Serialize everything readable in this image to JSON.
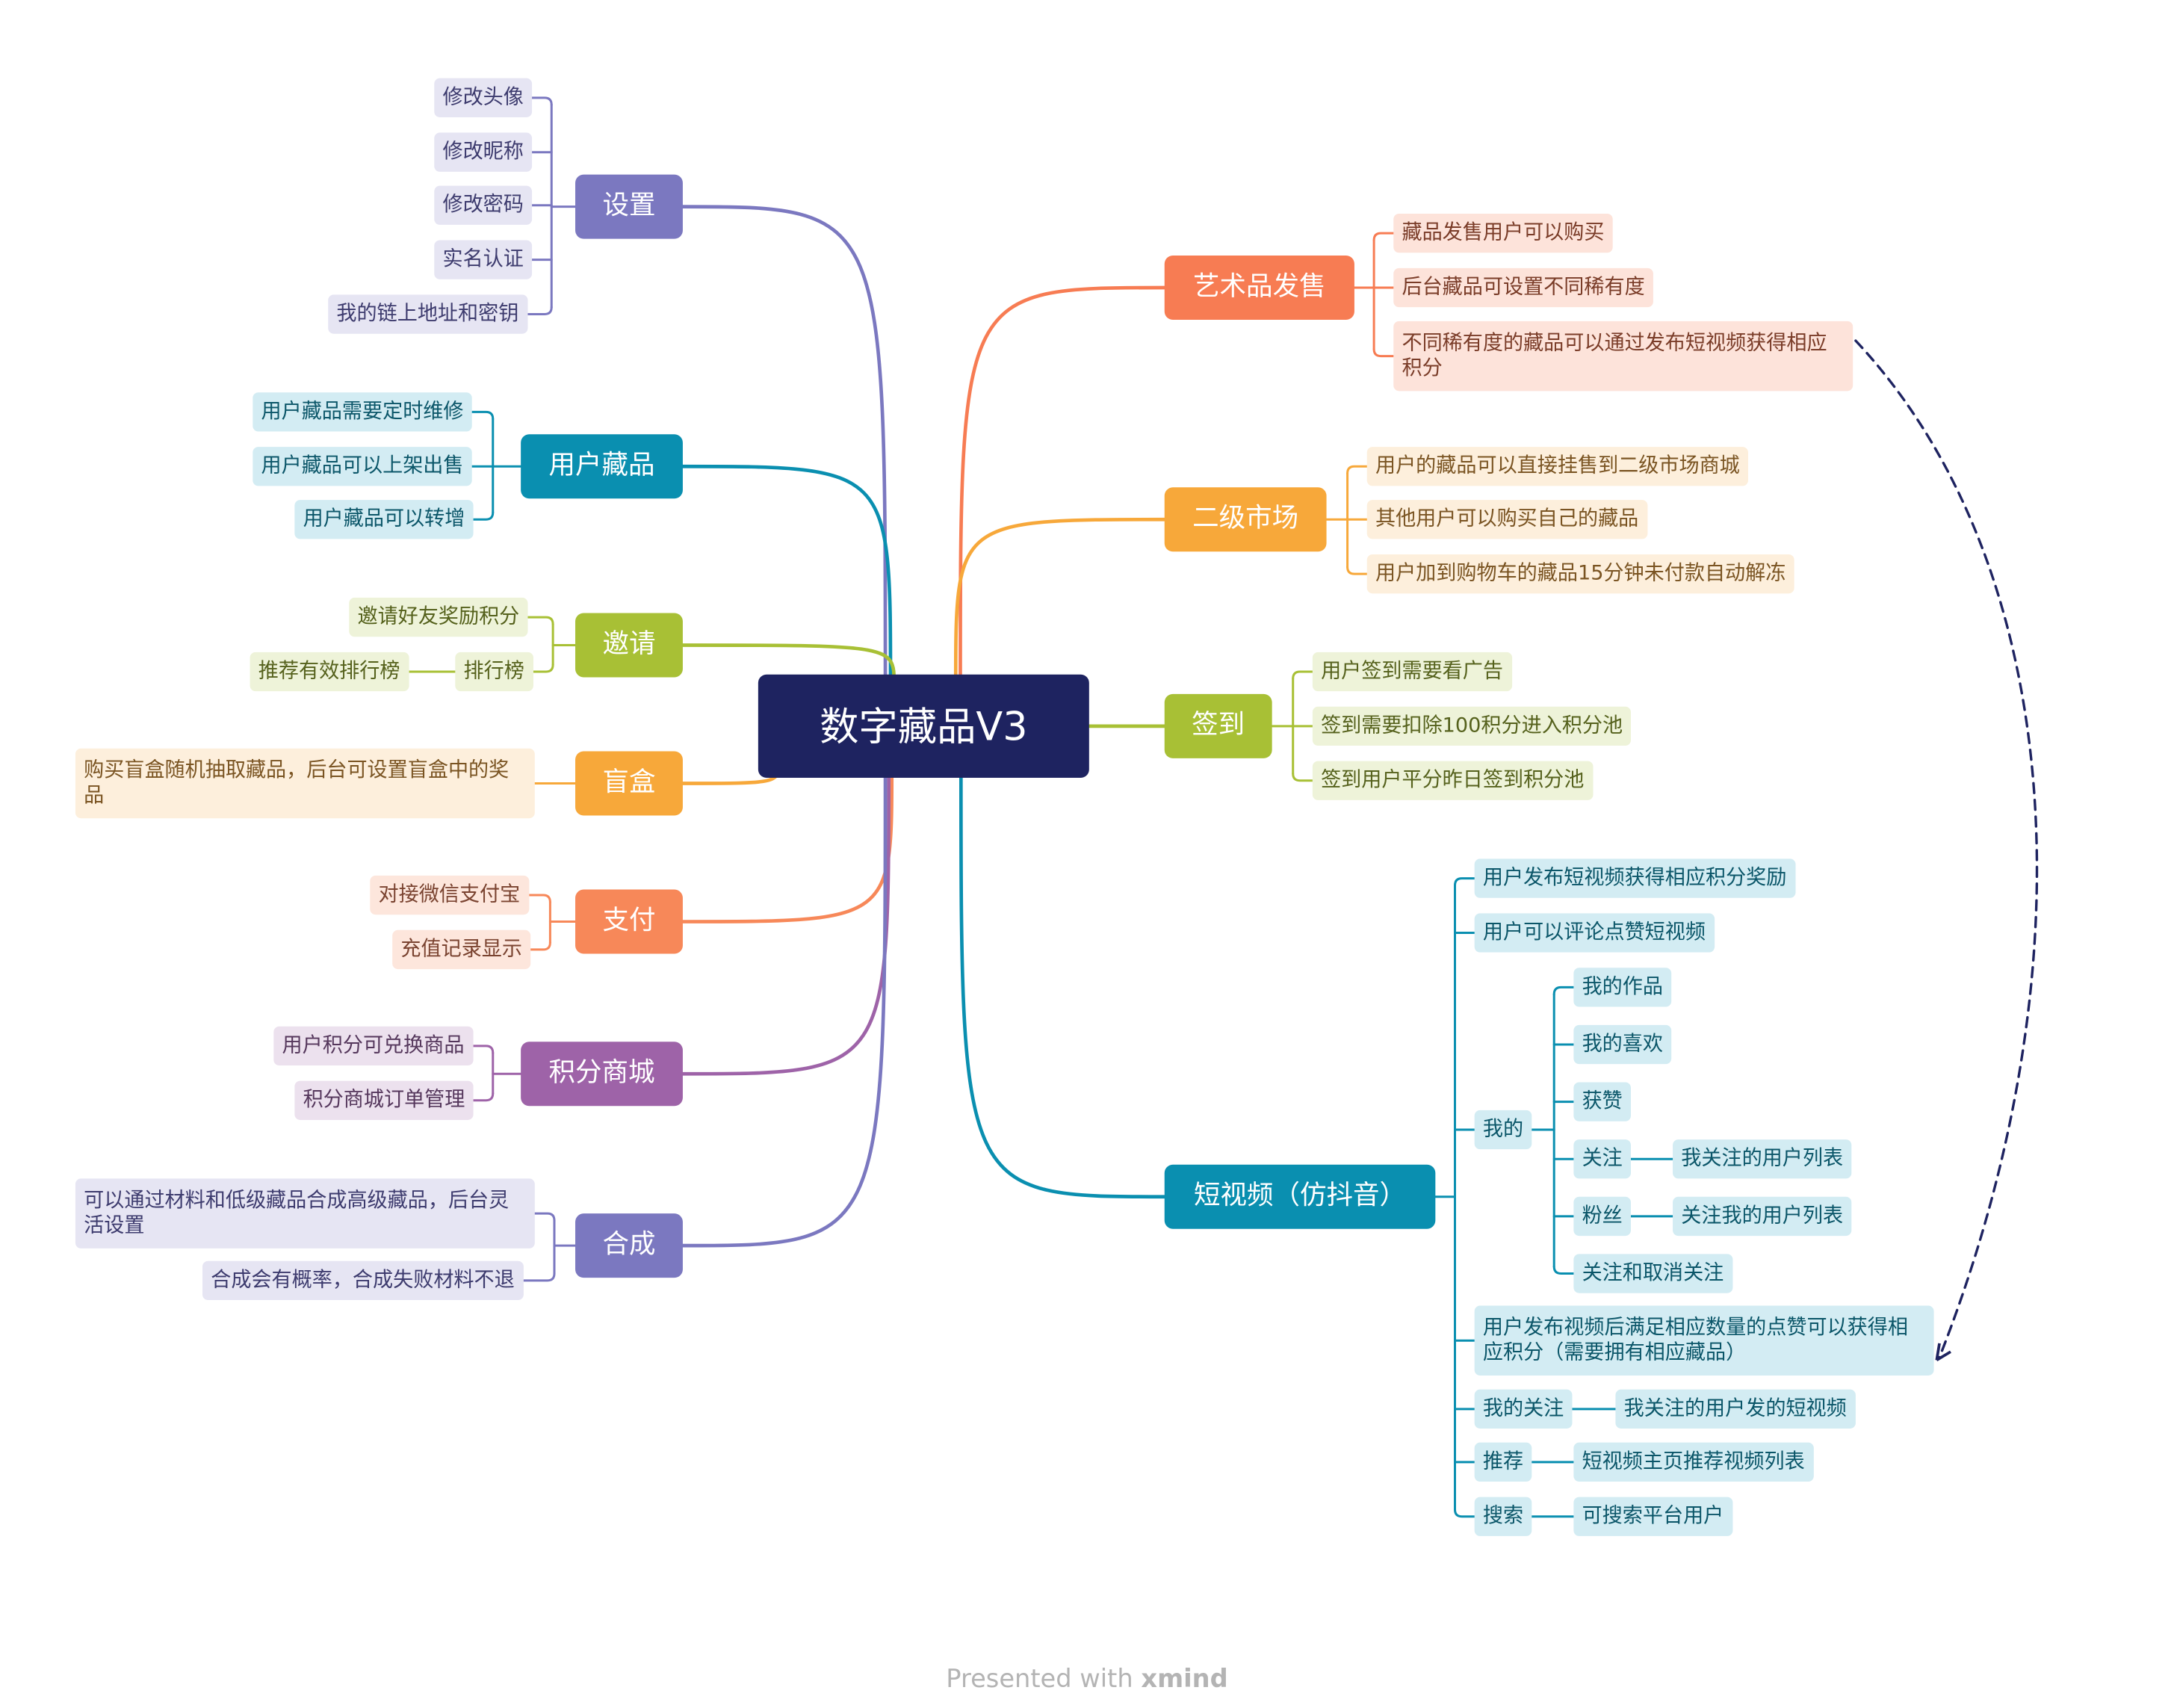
{
  "central": "数字藏品V3",
  "footer": {
    "prefix": "Presented with",
    "brand": "xmind"
  },
  "colors": {
    "root_bg": "#1e2360",
    "settings": "#7b78c0",
    "settings_leaf_bg": "#e6e5f3",
    "collection": "#0a8fb0",
    "collection_leaf_bg": "#d3ecf3",
    "invite": "#a8c035",
    "invite_leaf_bg": "#eef3d9",
    "blindbox": "#f7a83a",
    "blindbox_leaf_bg": "#fdefdc",
    "payment": "#f78859",
    "payment_leaf_bg": "#fde6dc",
    "mall": "#9e63a8",
    "mall_leaf_bg": "#ece1ee",
    "art": "#f77c53",
    "art_leaf_bg": "#fde3da",
    "market": "#f7a83a",
    "market_leaf_bg": "#fdefdc",
    "checkin": "#a8c035",
    "checkin_leaf_bg": "#eef3d9",
    "video": "#0a8fb0",
    "video_leaf_bg": "#d3ecf3",
    "dashed": "#1e2360"
  },
  "topics": {
    "settings": {
      "label": "设置",
      "items": [
        "修改头像",
        "修改昵称",
        "修改密码",
        "实名认证",
        "我的链上地址和密钥"
      ]
    },
    "collection": {
      "label": "用户藏品",
      "items": [
        "用户藏品需要定时维修",
        "用户藏品可以上架出售",
        "用户藏品可以转增"
      ]
    },
    "invite": {
      "label": "邀请",
      "items": [
        "邀请好友奖励积分",
        "排行榜"
      ],
      "rank_child": "推荐有效排行榜"
    },
    "blindbox": {
      "label": "盲盒",
      "items": [
        "购买盲盒随机抽取藏品，后台可设置盲盒中的奖品"
      ]
    },
    "payment": {
      "label": "支付",
      "items": [
        "对接微信支付宝",
        "充值记录显示"
      ]
    },
    "mall": {
      "label": "积分商城",
      "items": [
        "用户积分可兑换商品",
        "积分商城订单管理"
      ]
    },
    "compose": {
      "label": "合成",
      "items": [
        "可以通过材料和低级藏品合成高级藏品，后台灵活设置",
        "合成会有概率，合成失败材料不退"
      ]
    },
    "art": {
      "label": "艺术品发售",
      "items": [
        "藏品发售用户可以购买",
        "后台藏品可设置不同稀有度",
        "不同稀有度的藏品可以通过发布短视频获得相应积分"
      ]
    },
    "market": {
      "label": "二级市场",
      "items": [
        "用户的藏品可以直接挂售到二级市场商城",
        "其他用户可以购买自己的藏品",
        "用户加到购物车的藏品15分钟未付款自动解冻"
      ]
    },
    "checkin": {
      "label": "签到",
      "items": [
        "用户签到需要看广告",
        "签到需要扣除100积分进入积分池",
        "签到用户平分昨日签到积分池"
      ]
    },
    "video": {
      "label": "短视频（仿抖音）",
      "items": [
        "用户发布短视频获得相应积分奖励",
        "用户可以评论点赞短视频",
        "我的",
        "用户发布视频后满足相应数量的点赞可以获得相应积分（需要拥有相应藏品）",
        "我的关注",
        "推荐",
        "搜索"
      ],
      "mine": [
        "我的作品",
        "我的喜欢",
        "获赞",
        "关注",
        "粉丝",
        "关注和取消关注"
      ],
      "follow_child": "我关注的用户列表",
      "fans_child": "关注我的用户列表",
      "myfollow_child": "我关注的用户发的短视频",
      "recommend_child": "短视频主页推荐视频列表",
      "search_child": "可搜索平台用户"
    }
  }
}
